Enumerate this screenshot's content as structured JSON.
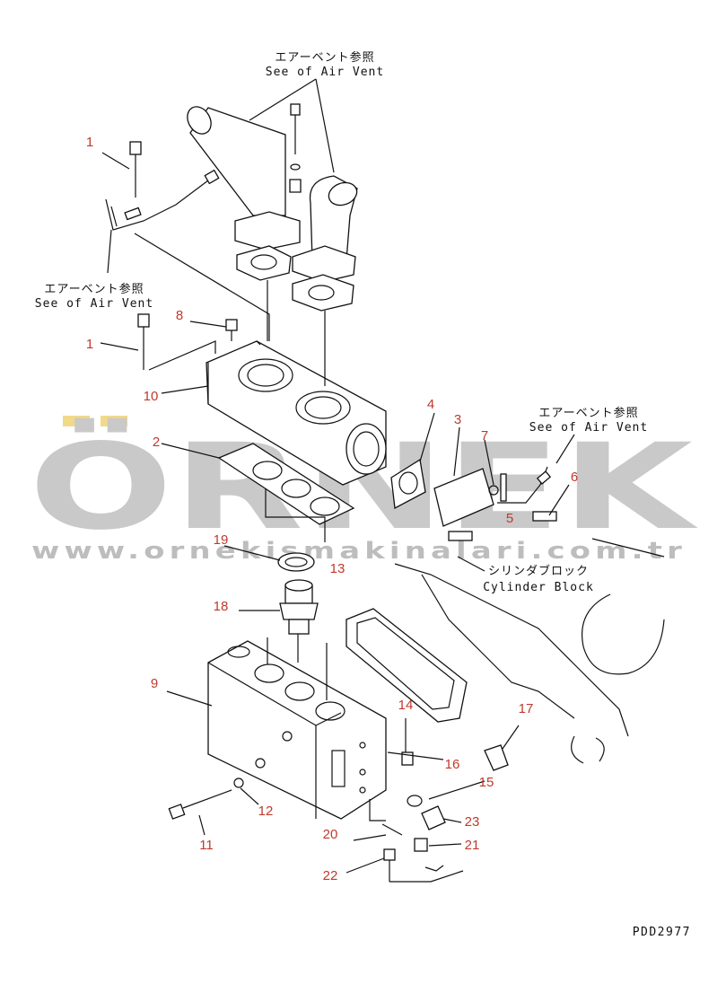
{
  "references": {
    "air_vent_top": {
      "jp": "エアーベント参照",
      "en": "See of Air Vent"
    },
    "air_vent_left": {
      "jp": "エアーベント参照",
      "en": "See of Air Vent"
    },
    "air_vent_right": {
      "jp": "エアーベント参照",
      "en": "See of Air Vent"
    },
    "cylinder_block": {
      "jp": "シリンダブロック",
      "en": "Cylinder Block"
    }
  },
  "part_numbers": {
    "p1a": "1",
    "p1b": "1",
    "p2": "2",
    "p3": "3",
    "p4": "4",
    "p5": "5",
    "p6": "6",
    "p7": "7",
    "p8": "8",
    "p9": "9",
    "p10": "10",
    "p11": "11",
    "p12": "12",
    "p13": "13",
    "p14": "14",
    "p15": "15",
    "p16": "16",
    "p17": "17",
    "p18": "18",
    "p19": "19",
    "p20": "20",
    "p21": "21",
    "p22": "22",
    "p23": "23"
  },
  "drawing_code": "PDD2977",
  "watermark": {
    "brand": "ÖRNEK",
    "url": "www.ornekismakinalari.com.tr"
  },
  "colors": {
    "callout": "#c0392b",
    "line": "#111111",
    "watermark": "#c9c9c9",
    "umlaut": "#f2d98a"
  }
}
